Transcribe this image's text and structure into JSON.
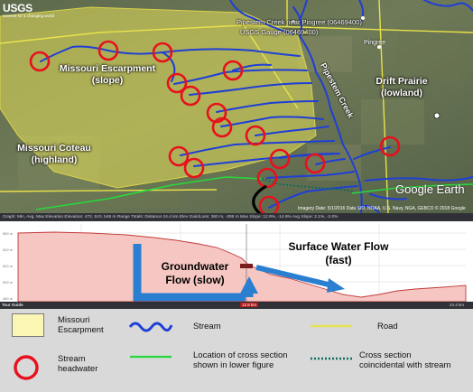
{
  "map": {
    "logo": {
      "name": "USGS",
      "tagline": "science for a changing world"
    },
    "regions": {
      "escarpment": "Missouri Escarpment\n(slope)",
      "drift_prairie": "Drift Prairie\n(lowland)",
      "coteau": "Missouri Coteau\n(highland)"
    },
    "gauges": {
      "pingree_gauge": "Pipestem Creek near Pingree (06469400)",
      "second_gauge": "USGS Gauge (06469400)"
    },
    "town": "Pingree",
    "creek_label": "Pipestem Creek",
    "watermark": "Google Earth",
    "attribution": "Imagery Date: 5/1/2016  Data SIO, NOAA, U.S. Navy, NGA, GEBCO  © 2018 Google"
  },
  "profile": {
    "toolbar_text": "Graph: Min, Avg, Max Elevation  Elevation: 472, 510, 548 m    Range Totals: Distance 24.4 km   Elev Gain/Loss: 360 m, -306 m   Max Slope: 12.9%, -14.9%   Avg Slope: 2.1%, -2.0%",
    "tour_button": "Tour Guide",
    "groundwater_label": "Groundwater\nFlow (slow)",
    "surface_label": "Surface Water Flow\n(fast)",
    "marker_label": "12.8 km",
    "end_label": "24.4 km"
  },
  "legend": {
    "items": {
      "escarpment": "Missouri\nEscarpment",
      "headwater": "Stream\nheadwater",
      "stream": "Stream",
      "cross_section": "Location of cross section\nshown in lower figure",
      "road": "Road",
      "coincidental": "Cross section\ncoincidental with stream"
    }
  },
  "colors": {
    "escarpment_fill": "#e6e05a",
    "stream": "#1f3fd6",
    "headwater_circle": "#e8101c",
    "cross_section": "#28d83c",
    "road": "#e8e24a",
    "coincidental": "#0f6b5a",
    "groundwater_arrow": "#2a7fd1",
    "profile_fill": "#f6c7c2",
    "legend_bg": "#d9d9d9"
  }
}
